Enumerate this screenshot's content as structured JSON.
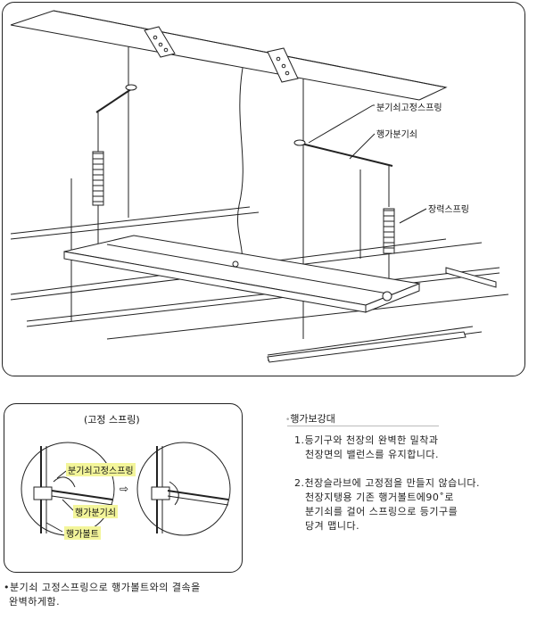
{
  "main_diagram": {
    "labels": {
      "spring_fix": "분기쇠고정스프링",
      "branch_bracket": "행가분기쇠",
      "tension_spring": "장력스프링"
    }
  },
  "detail": {
    "title": "(고정 스프링)",
    "labels": {
      "spring_fix": "분기쇠고정스프링",
      "branch_bracket": "행가분기쇠",
      "hanger_bolt": "행가볼트"
    },
    "arrow": "⇨"
  },
  "notes": {
    "title": "행가보강대",
    "item1_line1": "1.등기구와 천장의 완벽한 밀착과",
    "item1_line2": "천장면의 밸런스를 유지합니다.",
    "item2_line1": "2.천장슬라브에 고정점을 만들지 않습니다.",
    "item2_line2": "천장지탱용 기존 행거볼트에90˚로",
    "item2_line3": "분기쇠를 걸어 스프링으로 등기구를",
    "item2_line4": "당겨 맵니다."
  },
  "footnote": {
    "line1": "•분기쇠 고정스프링으로 행가볼트와의 결속을",
    "line2": "완벽하게함."
  }
}
